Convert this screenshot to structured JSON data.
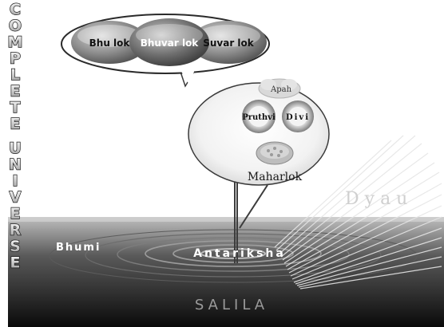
{
  "side_title": "COMPLETE UNIVERSE",
  "lokas": {
    "bhu": "Bhu lok",
    "bhuvar": "Bhuvar lok",
    "suvar": "Suvar lok"
  },
  "inner": {
    "apah": "Apah",
    "pruthvi": "Pruthvi",
    "divi": "Divi",
    "maharlok": "Maharlok"
  },
  "labels": {
    "dyau": "Dyau",
    "bhumi": "Bhumi",
    "antariksha": "Antariksha",
    "salila": "SALILA"
  }
}
